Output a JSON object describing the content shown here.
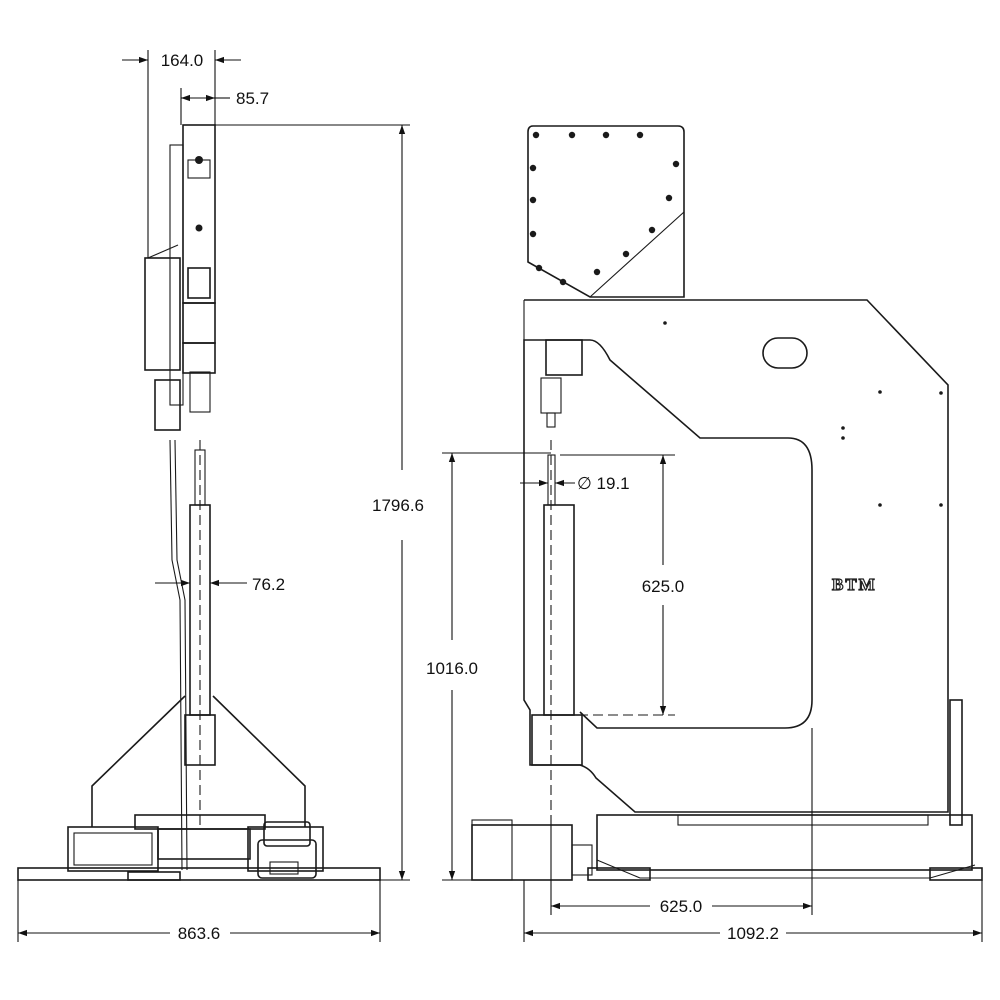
{
  "side_view": {
    "dim_width_top": "164.0",
    "dim_width_head": "85.7",
    "dim_height_total": "1796.6",
    "dim_column_dia": "76.2",
    "dim_base_width": "863.6"
  },
  "front_view": {
    "dim_ram_dia": "∅ 19.1",
    "dim_stroke": "625.0",
    "dim_table_height": "1016.0",
    "dim_throat_depth": "625.0",
    "dim_base_length": "1092.2",
    "logo_text": "BTM"
  }
}
